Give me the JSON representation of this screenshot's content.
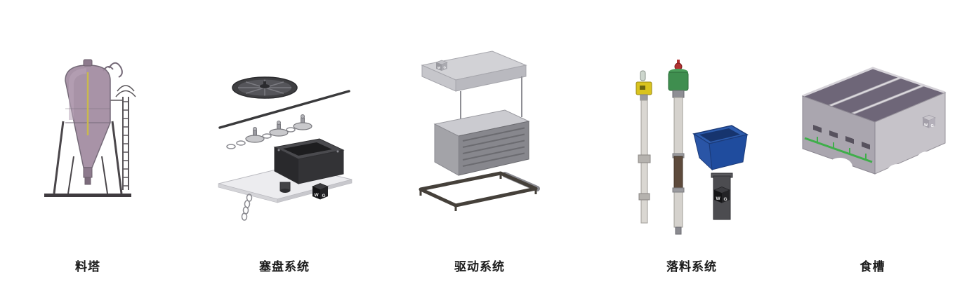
{
  "brand": {
    "logo": "WG",
    "logo_w": "W",
    "logo_g": "G"
  },
  "colors": {
    "silo_body": "#a18ba0",
    "hopper_blue": "#1f4c9e",
    "motor_green": "#3f8e4f",
    "gate_green": "#3fae4a"
  },
  "products": [
    {
      "label": "料塔"
    },
    {
      "label": "塞盘系统"
    },
    {
      "label": "驱动系统"
    },
    {
      "label": "落料系统"
    },
    {
      "label": "食槽"
    }
  ]
}
